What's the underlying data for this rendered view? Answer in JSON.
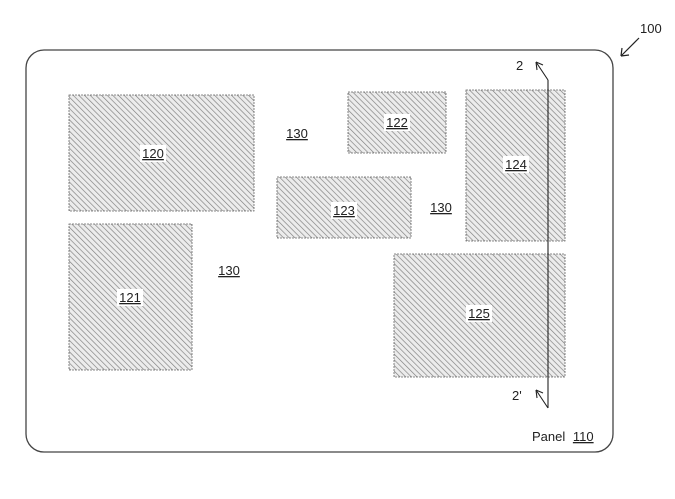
{
  "figure_ref": "100",
  "panel": {
    "prefix": "Panel",
    "number": "110"
  },
  "blocks": [
    {
      "id": "120",
      "label": "120"
    },
    {
      "id": "121",
      "label": "121"
    },
    {
      "id": "122",
      "label": "122"
    },
    {
      "id": "123",
      "label": "123"
    },
    {
      "id": "124",
      "label": "124"
    },
    {
      "id": "125",
      "label": "125"
    }
  ],
  "gap_labels": [
    "130",
    "130",
    "130"
  ],
  "section_line": {
    "start": "2",
    "end": "2'"
  },
  "colors": {
    "stroke": "#555555",
    "hatch": "#8a8a8a",
    "fill": "#e9e9e9",
    "text": "#222222"
  }
}
